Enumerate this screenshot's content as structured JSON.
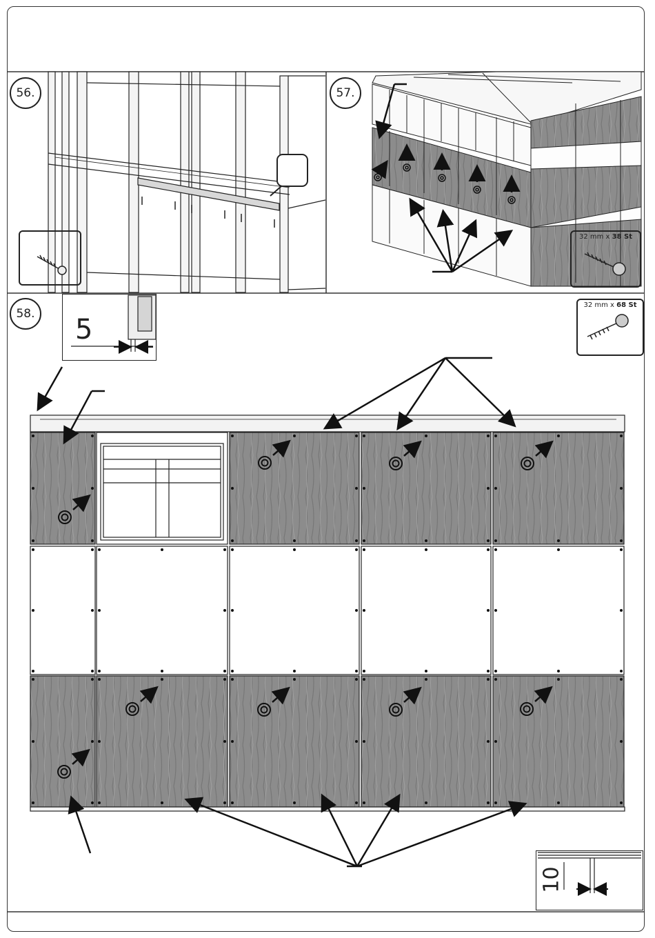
{
  "steps": [
    {
      "number": "56."
    },
    {
      "number": "57."
    },
    {
      "number": "58."
    }
  ],
  "screws": {
    "step57": {
      "size": "32 mm x ",
      "count": "38 St"
    },
    "step58": {
      "size": "32 mm x ",
      "count": "68 St"
    }
  },
  "dimensions": {
    "gap_top": "5",
    "gap_bottom": "10"
  },
  "colors": {
    "wood": "#8a8a8a",
    "frame": "#222222",
    "background": "#ffffff"
  }
}
